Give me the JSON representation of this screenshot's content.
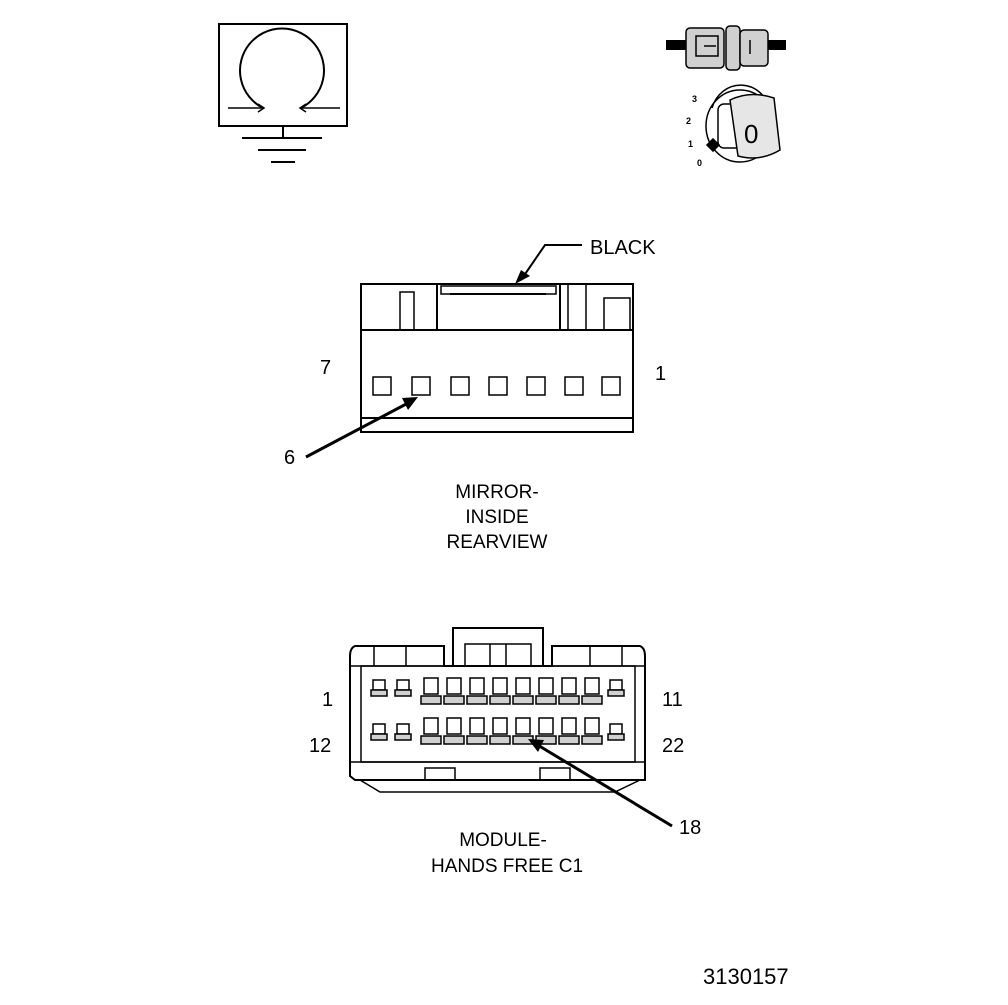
{
  "mirror_connector": {
    "color_label": "BLACK",
    "pin_left": "7",
    "pin_right": "1",
    "callout_pin": "6",
    "caption_line1": "MIRROR-",
    "caption_line2": "INSIDE",
    "caption_line3": "REARVIEW"
  },
  "hands_free_connector": {
    "pin_top_left": "1",
    "pin_top_right": "11",
    "pin_bottom_left": "12",
    "pin_bottom_right": "22",
    "callout_pin": "18",
    "caption_line1": "MODULE-",
    "caption_line2": "HANDS FREE C1"
  },
  "ignition_key": {
    "positions": [
      "3",
      "2",
      "1",
      "0"
    ],
    "key_face": "0"
  },
  "figure_number": "3130157",
  "icons": [
    "ground-circuit-icon",
    "plug-connector-icon",
    "ignition-key-icon"
  ]
}
